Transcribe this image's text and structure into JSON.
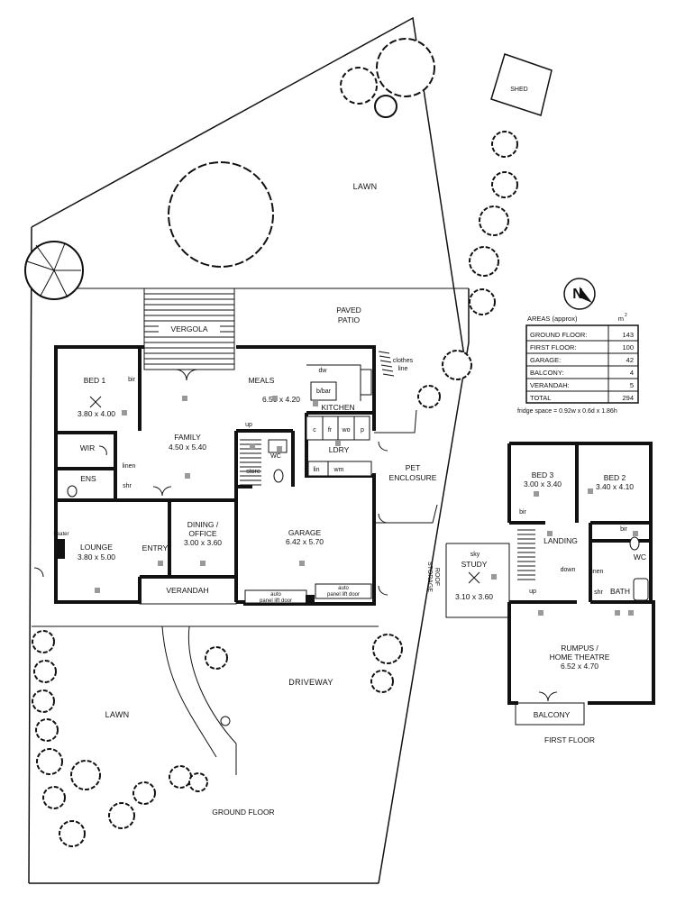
{
  "site": {
    "lawn_top": "LAWN",
    "lawn_bottom": "LAWN",
    "shed": "SHED",
    "paved_patio": [
      "PAVED",
      "PATIO"
    ],
    "vergola": "VERGOLA",
    "clothes_line": [
      "clothes",
      "line"
    ],
    "pet_enclosure": [
      "PET",
      "ENCLOSURE"
    ],
    "driveway": "DRIVEWAY",
    "roof_storage": [
      "ROOF",
      "STORAGE"
    ]
  },
  "ground_floor": {
    "label": "GROUND FLOOR",
    "bed1": {
      "name": "BED 1",
      "size": "3.80 x 4.00"
    },
    "bir": "bir",
    "wir": "WIR",
    "linen": "linen",
    "ens": "ENS",
    "shr": "shr",
    "family": {
      "name": "FAMILY",
      "size": "4.50 x 5.40"
    },
    "meals": {
      "name": "MEALS",
      "size": "6.50 x 4.20"
    },
    "dw": "dw",
    "bbar": "b/bar",
    "kitchen": "KITCHEN",
    "kitchen_fittings": [
      "c",
      "fr",
      "wo",
      "p"
    ],
    "up": "up",
    "wc": "WC",
    "store": "store",
    "ldry": "LDRY",
    "lin": "lin",
    "wm": "wm",
    "lounge": {
      "name": "LOUNGE",
      "size": "3.80 x 5.00"
    },
    "heater": "heater",
    "entry": "ENTRY",
    "dining": {
      "name": "DINING /",
      "name2": "OFFICE",
      "size": "3.00 x 3.60"
    },
    "verandah": "VERANDAH",
    "garage": {
      "name": "GARAGE",
      "size": "6.42 x 5.70"
    },
    "garage_door": [
      "auto",
      "panel lift door"
    ]
  },
  "first_floor": {
    "label": "FIRST FLOOR",
    "bed3": {
      "name": "BED 3",
      "size": "3.00 x 3.40"
    },
    "bed2": {
      "name": "BED 2",
      "size": "3.40 x 4.10"
    },
    "bir": "bir",
    "landing": "LANDING",
    "down": "down",
    "up": "up",
    "linen": "linen",
    "wc": "WC",
    "shr": "shr",
    "bath": "BATH",
    "study": {
      "name": "STUDY",
      "size": "3.10 x 3.60",
      "sky": "sky"
    },
    "rumpus": {
      "name": "RUMPUS /",
      "name2": "HOME THEATRE",
      "size": "6.52 x 4.70"
    },
    "balcony": "BALCONY"
  },
  "north": "N",
  "areas": {
    "heading": "AREAS (approx)",
    "unit": "m",
    "unit_sup": "2",
    "rows": [
      {
        "label": "GROUND FLOOR:",
        "value": "143"
      },
      {
        "label": "FIRST FLOOR:",
        "value": "100"
      },
      {
        "label": "GARAGE:",
        "value": "42"
      },
      {
        "label": "BALCONY:",
        "value": "4"
      },
      {
        "label": "VERANDAH:",
        "value": "5"
      }
    ],
    "total_label": "TOTAL",
    "total_value": "294",
    "fridge_note": "fridge space = 0.92w x 0.6d x 1.86h"
  }
}
